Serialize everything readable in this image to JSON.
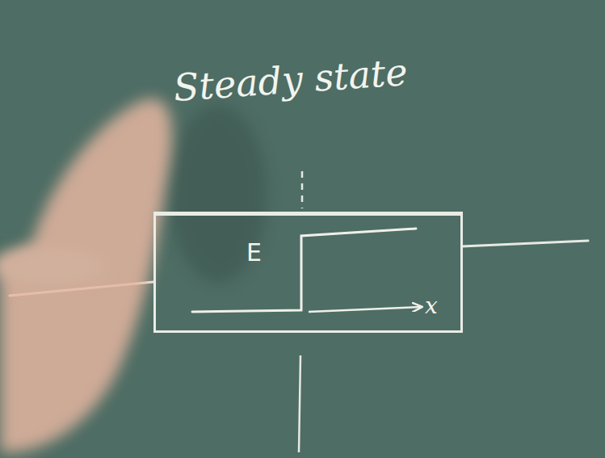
{
  "diagram": {
    "title": "Steady state",
    "nodes": [
      {
        "text": [
          "E"
        ]
      }
    ],
    "labels": [
      "x"
    ]
  }
}
